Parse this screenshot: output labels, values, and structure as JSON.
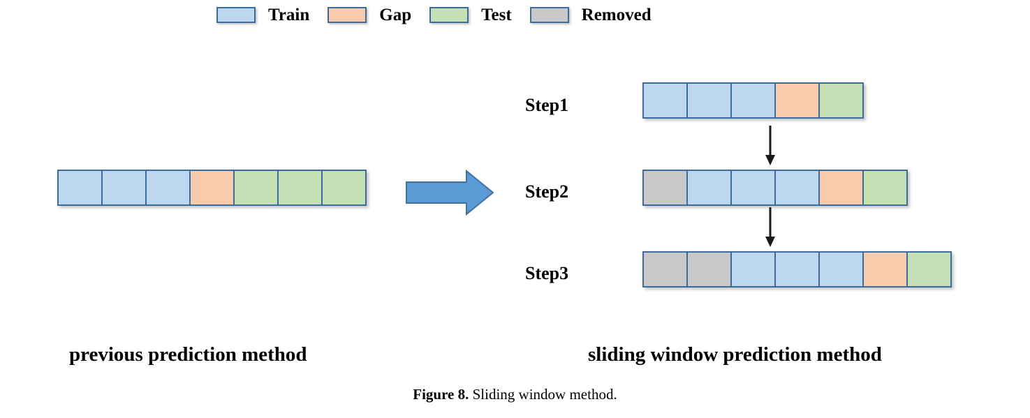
{
  "figure": {
    "caption_prefix": "Figure 8.",
    "caption_text": " Sliding window method."
  },
  "colors": {
    "train": "#bdd7ee",
    "gap": "#f8cbad",
    "test": "#c5e0b4",
    "removed": "#c9c9c9",
    "cell_border": "#3c6c9e",
    "big_arrow_fill": "#5b9bd5",
    "big_arrow_stroke": "#41719c",
    "down_arrow": "#1a1a1a"
  },
  "legend": {
    "items": [
      {
        "label": "Train",
        "color_key": "train",
        "swatch_name": "legend-swatch-train"
      },
      {
        "label": "Gap",
        "color_key": "gap",
        "swatch_name": "legend-swatch-gap"
      },
      {
        "label": "Test",
        "color_key": "test",
        "swatch_name": "legend-swatch-test"
      },
      {
        "label": "Removed",
        "color_key": "removed",
        "swatch_name": "legend-swatch-removed"
      }
    ]
  },
  "left_panel": {
    "method_label": "previous prediction method",
    "bar": {
      "name": "bar-previous-method",
      "cells": [
        {
          "type": "train",
          "width": 65
        },
        {
          "type": "train",
          "width": 65
        },
        {
          "type": "train",
          "width": 65
        },
        {
          "type": "gap",
          "width": 65
        },
        {
          "type": "test",
          "width": 65
        },
        {
          "type": "test",
          "width": 65
        },
        {
          "type": "test",
          "width": 65
        }
      ]
    }
  },
  "transition_arrow": {
    "name": "big-right-arrow",
    "direction": "right"
  },
  "right_panel": {
    "method_label": "sliding window prediction method",
    "steps": [
      {
        "label": "Step1",
        "bar_name": "bar-step1",
        "cells": [
          {
            "type": "train",
            "width": 65
          },
          {
            "type": "train",
            "width": 65
          },
          {
            "type": "train",
            "width": 65
          },
          {
            "type": "gap",
            "width": 65
          },
          {
            "type": "test",
            "width": 65
          }
        ]
      },
      {
        "label": "Step2",
        "bar_name": "bar-step2",
        "cells": [
          {
            "type": "removed",
            "width": 65
          },
          {
            "type": "train",
            "width": 65
          },
          {
            "type": "train",
            "width": 65
          },
          {
            "type": "train",
            "width": 65
          },
          {
            "type": "gap",
            "width": 65
          },
          {
            "type": "test",
            "width": 65
          }
        ]
      },
      {
        "label": "Step3",
        "bar_name": "bar-step3",
        "cells": [
          {
            "type": "removed",
            "width": 65
          },
          {
            "type": "removed",
            "width": 65
          },
          {
            "type": "train",
            "width": 65
          },
          {
            "type": "train",
            "width": 65
          },
          {
            "type": "train",
            "width": 65
          },
          {
            "type": "gap",
            "width": 65
          },
          {
            "type": "test",
            "width": 65
          }
        ]
      }
    ],
    "connectors": [
      {
        "name": "down-arrow-step1-step2",
        "direction": "down"
      },
      {
        "name": "down-arrow-step2-step3",
        "direction": "down"
      }
    ]
  }
}
